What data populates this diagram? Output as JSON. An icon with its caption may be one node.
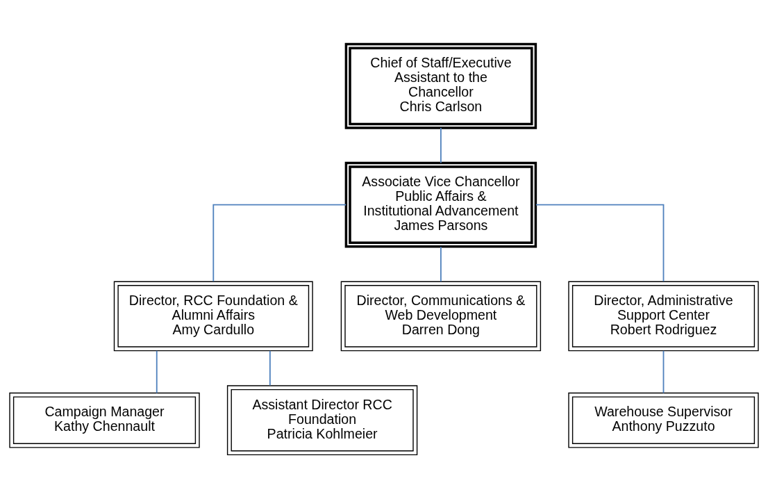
{
  "diagram": {
    "nodes": [
      {
        "text": [
          "Chief of Staff/Executive Assistant to the Chancellor",
          "Chris Carlson"
        ]
      },
      {
        "text": [
          "Associate Vice Chancellor Public Affairs & Institutional Advancement",
          "James Parsons"
        ]
      },
      {
        "text": [
          "Director, RCC Foundation & Alumni Affairs",
          "Amy Cardullo"
        ]
      },
      {
        "text": [
          "Director, Communications & Web Development",
          "Darren Dong"
        ]
      },
      {
        "text": [
          "Director, Administrative Support Center",
          "Robert Rodriguez"
        ]
      },
      {
        "text": [
          "Campaign Manager",
          "Kathy Chennault"
        ]
      },
      {
        "text": [
          "Assistant Director RCC Foundation",
          "Patricia Kohlmeier"
        ]
      },
      {
        "text": [
          "Warehouse Supervisor",
          "Anthony Puzzuto"
        ]
      }
    ],
    "edges": [
      {
        "from": 0,
        "to": 1,
        "arrow": "none"
      },
      {
        "from": 1,
        "to": 2,
        "arrow": "none"
      },
      {
        "from": 1,
        "to": 3,
        "arrow": "none"
      },
      {
        "from": 1,
        "to": 4,
        "arrow": "none"
      },
      {
        "from": 2,
        "to": 5,
        "arrow": "none"
      },
      {
        "from": 2,
        "to": 6,
        "arrow": "none"
      },
      {
        "from": 4,
        "to": 7,
        "arrow": "none"
      }
    ]
  }
}
